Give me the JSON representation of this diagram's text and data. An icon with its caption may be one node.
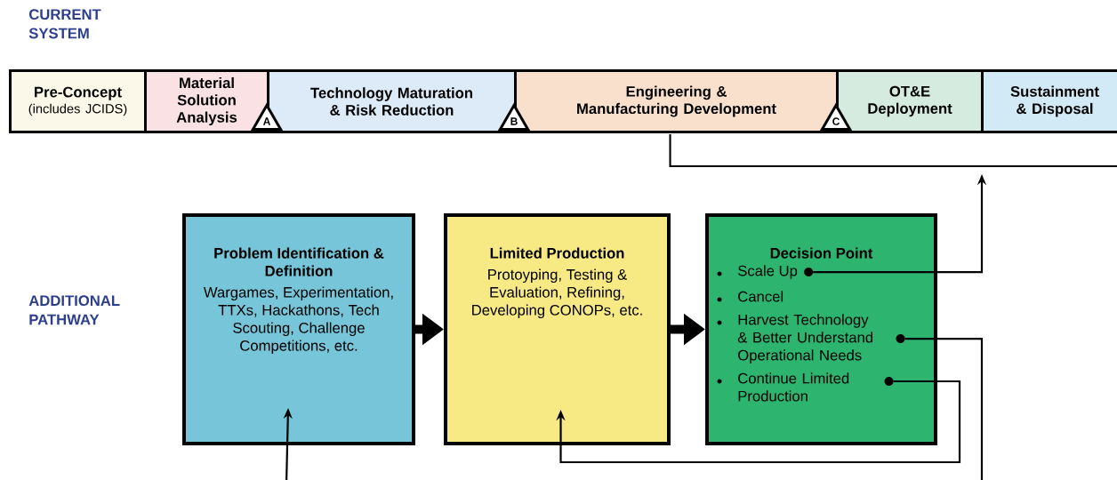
{
  "diagram": {
    "nodes": [
      {
        "text": [
          "Pre-Concept",
          "(includes JCIDS)"
        ]
      },
      {
        "text": [
          "Material Solution Analysis"
        ]
      },
      {
        "text": [
          "Technology Maturation & Risk Reduction"
        ]
      },
      {
        "text": [
          "Engineering & Manufacturing Development"
        ]
      },
      {
        "text": [
          "OT&E Deployment"
        ]
      },
      {
        "text": [
          "Sustainment & Disposal"
        ]
      },
      {
        "text": [
          "A"
        ]
      },
      {
        "text": [
          "B"
        ]
      },
      {
        "text": [
          "C"
        ]
      },
      {
        "text": [
          "Problem Identification & Definition",
          "Wargames, Experimentation, TTXs, Hackathons, Tech Scouting, Challenge Competitions, etc."
        ]
      },
      {
        "text": [
          "Limited Production",
          "Protoyping, Testing & Evaluation, Refining, Developing CONOPs, etc."
        ]
      },
      {
        "text": [
          "Decision Point"
        ]
      },
      {
        "text": [
          "Scale Up"
        ],
        "in": 11
      },
      {
        "text": [
          "Cancel"
        ],
        "in": 11
      },
      {
        "text": [
          "Harvest Technology & Better Understand Operational Needs"
        ],
        "in": 11
      },
      {
        "text": [
          "Continue Limited Production"
        ],
        "in": 11
      }
    ],
    "edges": [
      {
        "from": 9,
        "to": 10,
        "arrow": "to",
        "style": "thick"
      },
      {
        "from": 10,
        "to": 11,
        "arrow": "to",
        "style": "thick"
      },
      {
        "from": 12,
        "to": null,
        "arrow": "to"
      },
      {
        "from": 3,
        "to": null,
        "arrow": "none"
      },
      {
        "from": 14,
        "to": null,
        "arrow": "none"
      },
      {
        "from": 15,
        "to": 10,
        "arrow": "to"
      },
      {
        "from": null,
        "to": 9,
        "arrow": "to"
      }
    ],
    "labels": [
      "CURRENT SYSTEM",
      "ADDITIONAL PATHWAY"
    ]
  }
}
